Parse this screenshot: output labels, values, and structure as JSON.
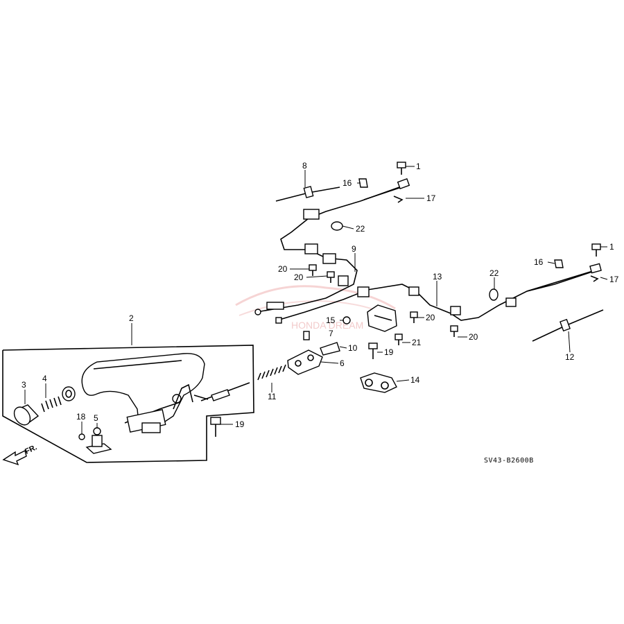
{
  "diagram_code": "SV43-B2600B",
  "front_indicator": "FR.",
  "watermark": "HONDA DREAM",
  "callouts": {
    "c1a": "1",
    "c1b": "1",
    "c2": "2",
    "c3": "3",
    "c4": "4",
    "c5": "5",
    "c6": "6",
    "c7": "7",
    "c8": "8",
    "c9": "9",
    "c10": "10",
    "c11": "11",
    "c12": "12",
    "c13": "13",
    "c14": "14",
    "c15": "15",
    "c16a": "16",
    "c16b": "16",
    "c17a": "17",
    "c17b": "17",
    "c18": "18",
    "c19a": "19",
    "c19b": "19",
    "c20a": "20",
    "c20b": "20",
    "c20c": "20",
    "c20d": "20",
    "c21": "21",
    "c22a": "22",
    "c22b": "22"
  }
}
